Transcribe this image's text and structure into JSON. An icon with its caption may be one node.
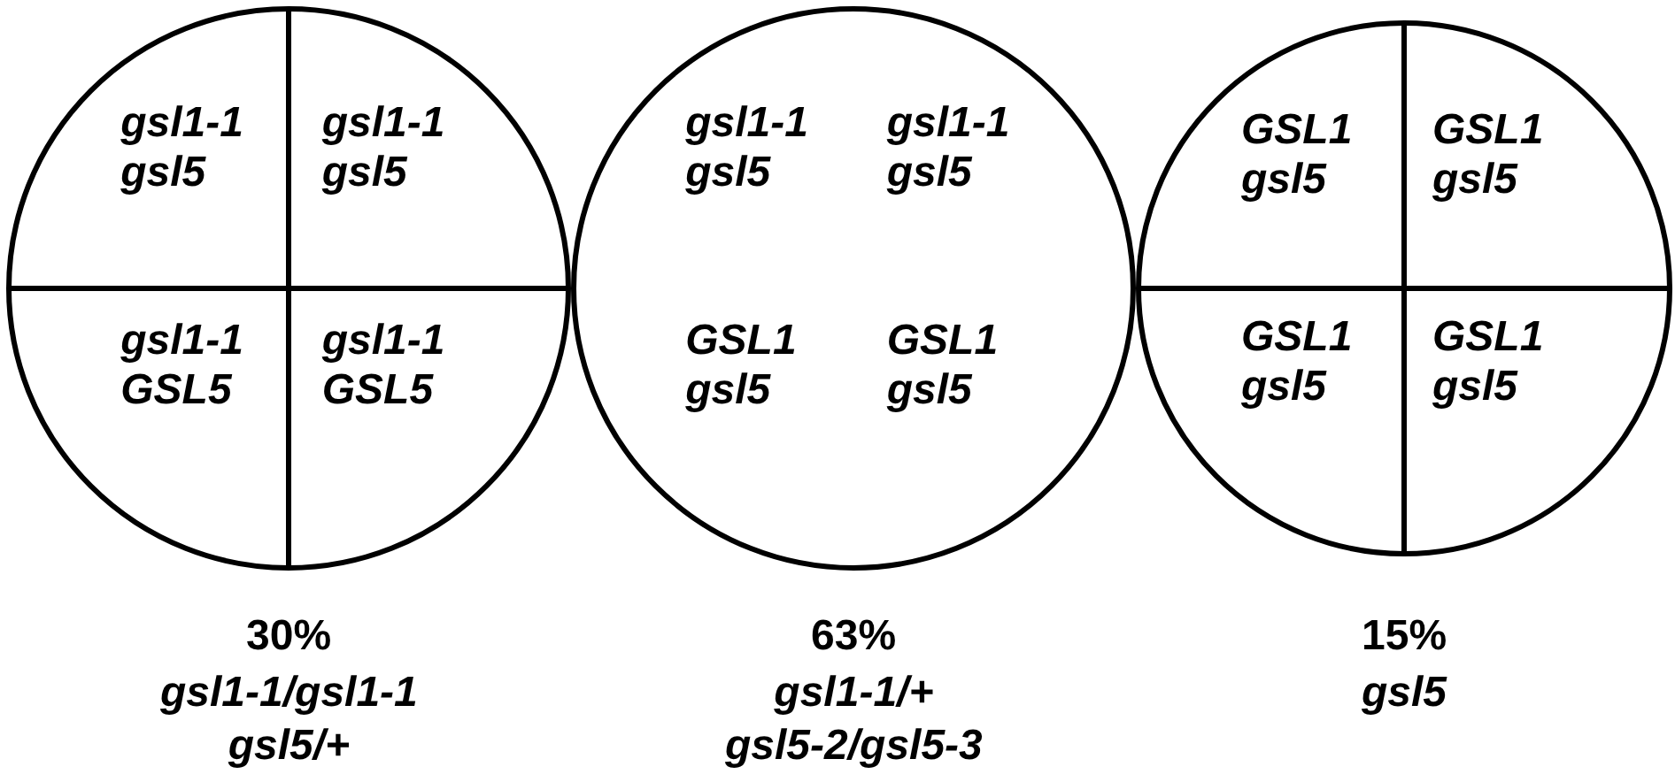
{
  "diagram": {
    "nodes": [
      {
        "text": [
          "gsl1-1 gsl5",
          "gsl1-1 gsl5",
          "gsl1-1 GSL5",
          "gsl1-1 GSL5"
        ],
        "beside": [
          "30%",
          "gsl1-1/gsl1-1 gsl5/+"
        ]
      },
      {
        "text": [
          "gsl1-1 gsl5",
          "gsl1-1 gsl5",
          "GSL1 gsl5",
          "GSL1 gsl5"
        ],
        "beside": [
          "63%",
          "gsl1-1/+ gsl5-2/gsl5-3"
        ]
      },
      {
        "text": [
          "GSL1 gsl5",
          "GSL1 gsl5",
          "GSL1 gsl5",
          "GSL1 gsl5"
        ],
        "beside": [
          "15%",
          "gsl5"
        ]
      }
    ]
  }
}
